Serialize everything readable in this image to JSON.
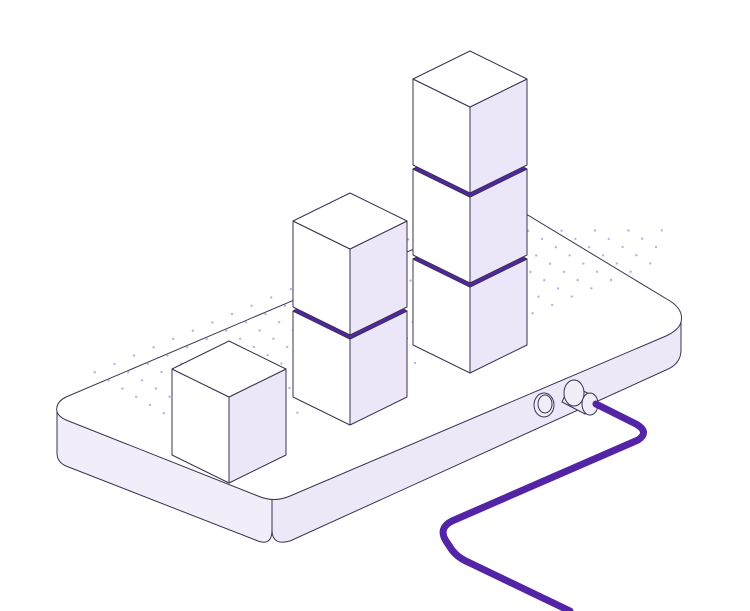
{
  "illustration": {
    "subject": "isometric-device-with-stacked-cubes",
    "colors": {
      "background": "#ffffff",
      "outline": "#3a3350",
      "board_top": "#ffffff",
      "board_side": "#ece8f8",
      "board_front": "#f1eefa",
      "cube_top": "#ffffff",
      "cube_left": "#ffffff",
      "cube_right": "#ebe6f8",
      "accent": "#5424a6",
      "dots": "#b9b1e2"
    },
    "stacks": [
      {
        "name": "stack-front",
        "cube_count": 1,
        "accent_joints": 0
      },
      {
        "name": "stack-middle",
        "cube_count": 2,
        "accent_joints": 1
      },
      {
        "name": "stack-back",
        "cube_count": 3,
        "accent_joints": 2
      }
    ],
    "ports": [
      "knob-icon",
      "cable-jack-icon"
    ],
    "cable": "cable-icon"
  }
}
